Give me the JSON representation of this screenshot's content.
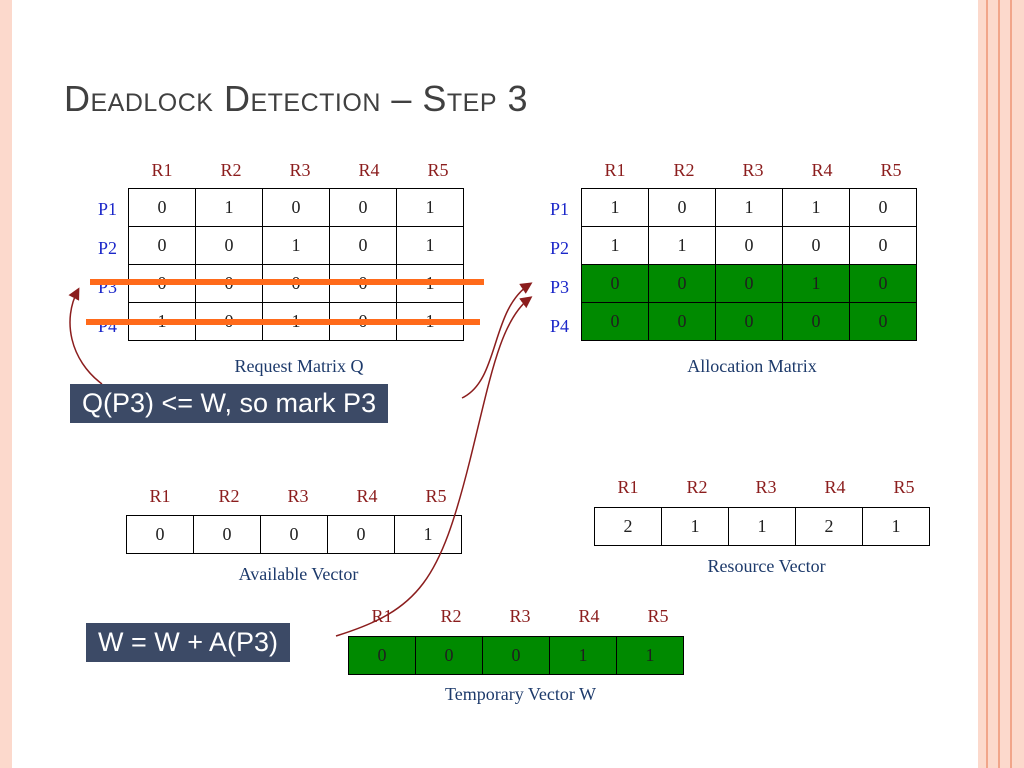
{
  "slide": {
    "title": "Deadlock Detection – Step 3"
  },
  "colors": {
    "highlight_green": "#008a00",
    "strike_orange": "#ff6a1a",
    "arrow_red": "#8b1d1d",
    "callout_bg": "#3c4a66",
    "frame": "#fcd9cc"
  },
  "request_matrix": {
    "caption": "Request Matrix Q",
    "columns": [
      "R1",
      "R2",
      "R3",
      "R4",
      "R5"
    ],
    "rows": [
      {
        "label": "P1",
        "values": [
          "0",
          "1",
          "0",
          "0",
          "1"
        ]
      },
      {
        "label": "P2",
        "values": [
          "0",
          "0",
          "1",
          "0",
          "1"
        ]
      },
      {
        "label": "P3",
        "values": [
          "0",
          "0",
          "0",
          "0",
          "1"
        ]
      },
      {
        "label": "P4",
        "values": [
          "1",
          "0",
          "1",
          "0",
          "1"
        ]
      }
    ]
  },
  "allocation_matrix": {
    "caption": "Allocation Matrix",
    "columns": [
      "R1",
      "R2",
      "R3",
      "R4",
      "R5"
    ],
    "rows": [
      {
        "label": "P1",
        "values": [
          "1",
          "0",
          "1",
          "1",
          "0"
        ]
      },
      {
        "label": "P2",
        "values": [
          "1",
          "1",
          "0",
          "0",
          "0"
        ]
      },
      {
        "label": "P3",
        "values": [
          "0",
          "0",
          "0",
          "1",
          "0"
        ]
      },
      {
        "label": "P4",
        "values": [
          "0",
          "0",
          "0",
          "0",
          "0"
        ]
      }
    ]
  },
  "available_vector": {
    "caption": "Available Vector",
    "columns": [
      "R1",
      "R2",
      "R3",
      "R4",
      "R5"
    ],
    "values": [
      "0",
      "0",
      "0",
      "0",
      "1"
    ]
  },
  "resource_vector": {
    "caption": "Resource Vector",
    "columns": [
      "R1",
      "R2",
      "R3",
      "R4",
      "R5"
    ],
    "values": [
      "2",
      "1",
      "1",
      "2",
      "1"
    ]
  },
  "temporary_vector": {
    "caption": "Temporary Vector W",
    "columns": [
      "R1",
      "R2",
      "R3",
      "R4",
      "R5"
    ],
    "values": [
      "0",
      "0",
      "0",
      "1",
      "1"
    ]
  },
  "callouts": {
    "mark": "Q(P3) <= W, so mark P3",
    "update": "W = W + A(P3)"
  }
}
